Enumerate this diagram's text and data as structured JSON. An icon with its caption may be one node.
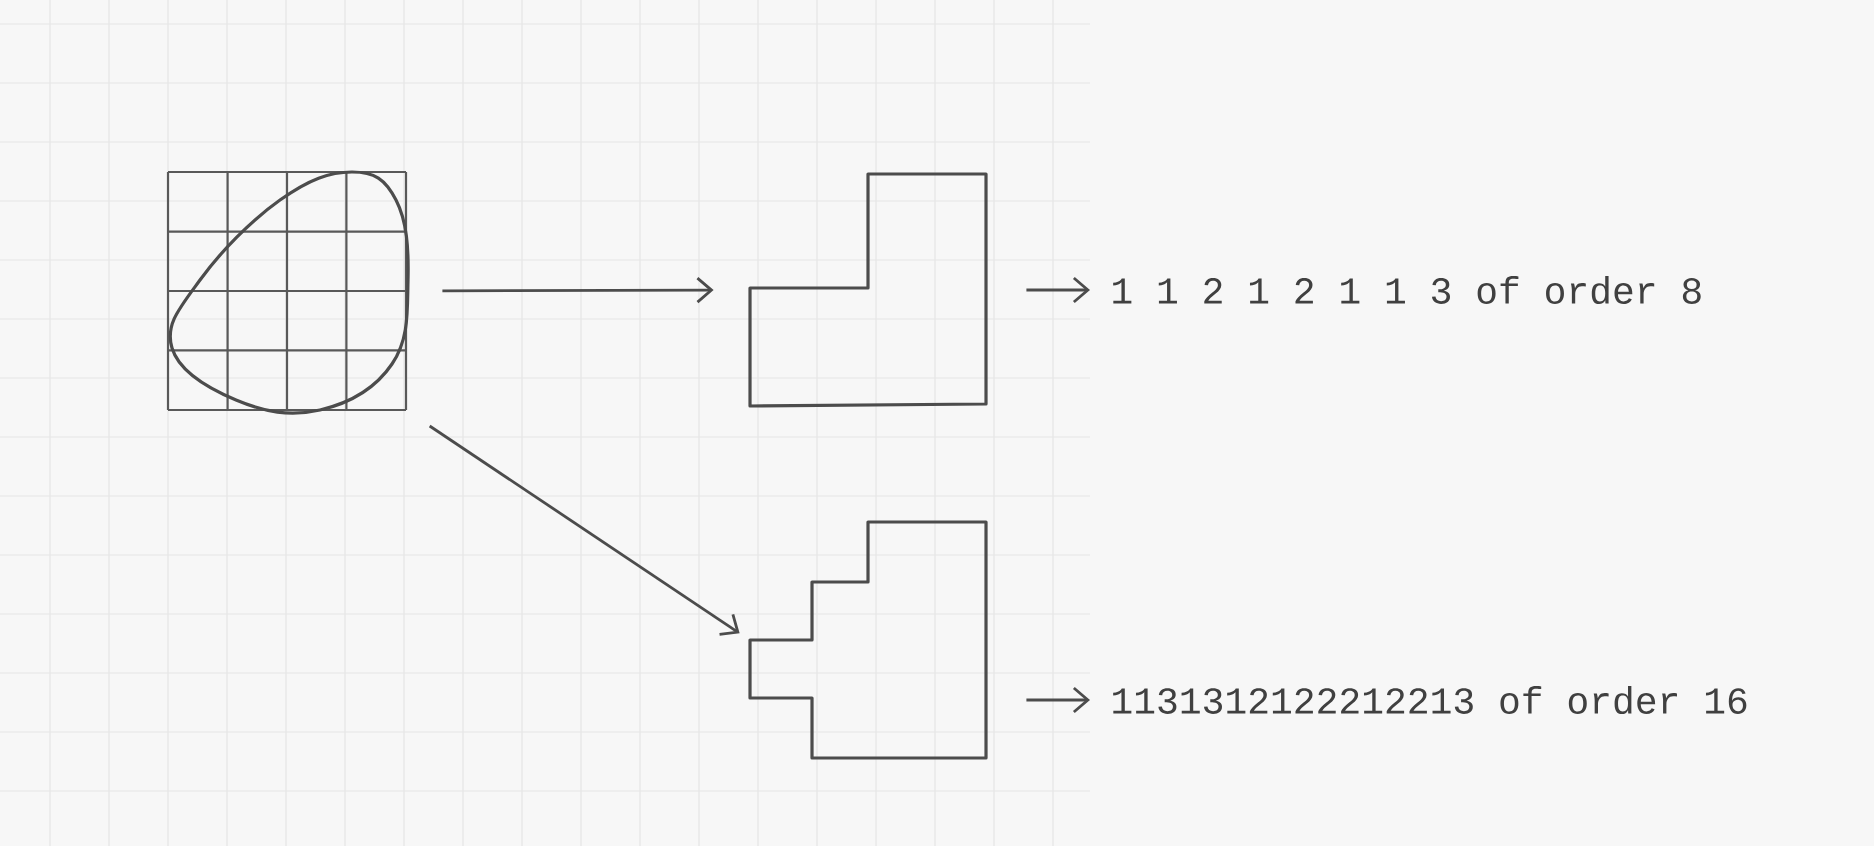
{
  "diagram": {
    "nodes": [
      {
        "text": [],
        "shape": "picture"
      },
      {
        "text": [],
        "shape": "polygon"
      },
      {
        "text": [],
        "shape": "polygon"
      },
      {
        "text": [
          "1 1 2 1 2 1 1 3 of order 8"
        ]
      },
      {
        "text": [
          "1131312122212213 of order 16"
        ]
      }
    ],
    "edges": [
      {
        "from": 0,
        "to": 1,
        "arrow": "to"
      },
      {
        "from": 0,
        "to": 2,
        "arrow": "to"
      },
      {
        "from": 1,
        "to": 3,
        "arrow": "to"
      },
      {
        "from": 2,
        "to": 4,
        "arrow": "to"
      }
    ]
  }
}
